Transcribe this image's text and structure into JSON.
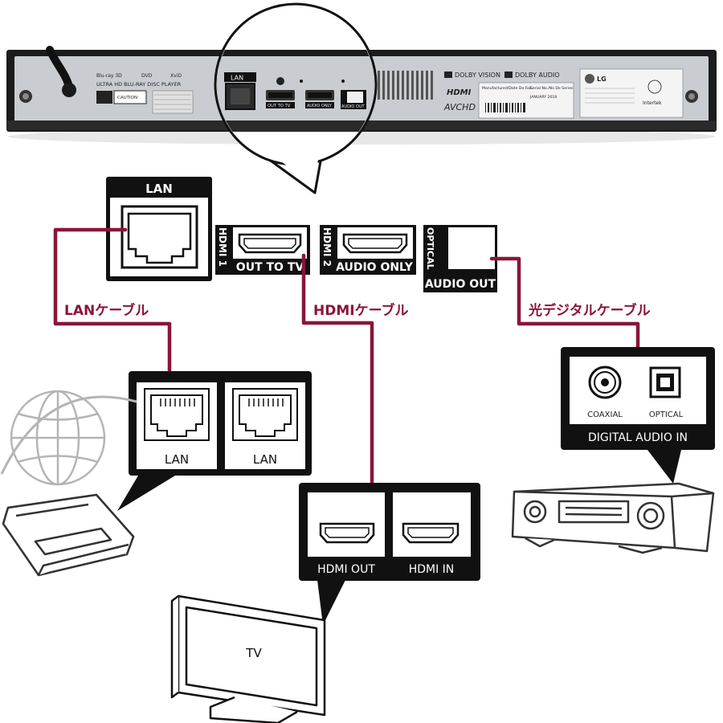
{
  "player": {
    "lan_label": "LAN",
    "hdmi1_label": "HDMI 1",
    "out_to_tv": "OUT TO TV",
    "hdmi2_label": "HDMI 2",
    "audio_only": "AUDIO ONLY",
    "optical_label": "OPTICAL",
    "audio_out": "AUDIO OUT",
    "model_text": "ULTRA HD BLU-RAY DISC PLAYER",
    "caution_text": "CAUTION",
    "dolby_vision": "DOLBY VISION",
    "dolby_audio": "DOLBY AUDIO",
    "hdmi_logo": "HDMI",
    "avchd_logo": "AVCHD",
    "manufactured_text": "Manufactured/Date De Fab.",
    "serial_text": "Serial No./No De Series",
    "date_text": "JANUARY 2018",
    "lg_text": "LG",
    "intertek_text": "Intertek"
  },
  "cables": {
    "lan": "LANケーブル",
    "hdmi": "HDMIケーブル",
    "optical": "光デジタルケーブル"
  },
  "router_panel": {
    "port1": "LAN",
    "port2": "LAN"
  },
  "tv_panel": {
    "port1": "HDMI OUT",
    "port2": "HDMI IN"
  },
  "receiver_panel": {
    "coaxial": "COAXIAL",
    "optical": "OPTICAL",
    "title": "DIGITAL AUDIO IN"
  },
  "tv": {
    "label": "TV"
  },
  "colors": {
    "cable": "#8a1538",
    "panel_bg": "#111111",
    "player_bg": "#1c1c1c",
    "player_plate": "#c9cdd2"
  }
}
